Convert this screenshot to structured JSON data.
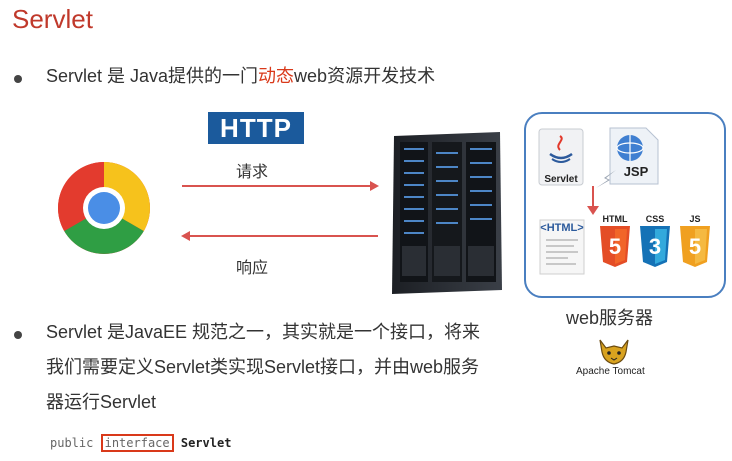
{
  "title": "Servlet",
  "bullet1": {
    "prefix": "Servlet 是 Java提供的一门",
    "highlight": "动态",
    "suffix": "web资源开发技术"
  },
  "http_badge": "HTTP",
  "request_label": "请求",
  "response_label": "响应",
  "server_panel": {
    "servlet_label": "Servlet",
    "jsp_label": "JSP",
    "html_label": "<HTML>",
    "badge_labels": [
      "HTML",
      "CSS",
      "JS"
    ],
    "badge_numbers": [
      "5",
      "3",
      "5"
    ]
  },
  "web_server_label": "web服务器",
  "tomcat_label": "Apache Tomcat",
  "bullet2": {
    "line1": "Servlet 是JavaEE 规范之一，其实就是一个接口，将来",
    "line2": "我们需要定义Servlet类实现Servlet接口，并由web服务",
    "line3": "器运行Servlet"
  },
  "code": {
    "public": "public",
    "interface": "interface",
    "name": "Servlet"
  },
  "colors": {
    "accent_red": "#d9391a",
    "title_red": "#c0392b",
    "http_blue": "#1b5a9c",
    "panel_border": "#4a7fc0"
  }
}
